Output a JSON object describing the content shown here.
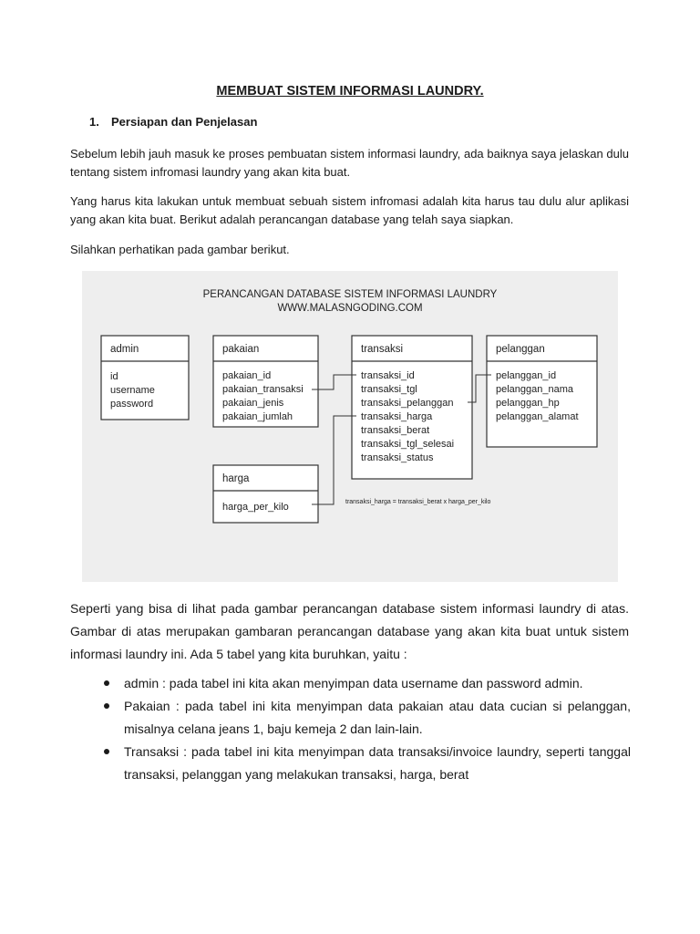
{
  "title": "MEMBUAT SISTEM INFORMASI LAUNDRY.",
  "section": {
    "number": "1.",
    "heading": "Persiapan dan Penjelasan"
  },
  "paragraphs": {
    "p1": "Sebelum lebih jauh masuk ke proses pembuatan sistem informasi laundry, ada baiknya saya jelaskan dulu tentang sistem infromasi laundry yang akan kita buat.",
    "p2": "Yang harus kita lakukan untuk membuat sebuah sistem infromasi adalah kita harus tau dulu alur aplikasi yang akan kita buat. Berikut adalah perancangan database yang telah saya siapkan.",
    "p3": "Silahkan perhatikan pada gambar berikut.",
    "p4": "Seperti yang bisa di lihat pada gambar perancangan database sistem informasi laundry di atas. Gambar di atas merupakan gambaran  perancangan database yang akan kita buat untuk sistem informasi laundry ini. Ada 5 tabel yang kita buruhkan, yaitu :"
  },
  "diagram": {
    "title_line1": "PERANCANGAN DATABASE SISTEM INFORMASI LAUNDRY",
    "title_line2": "WWW.MALASNGODING.COM",
    "formula": "transaksi_harga = transaksi_berat x harga_per_kilo",
    "tables": {
      "admin": {
        "name": "admin",
        "fields": [
          "id",
          "username",
          "password"
        ]
      },
      "pakaian": {
        "name": "pakaian",
        "fields": [
          "pakaian_id",
          "pakaian_transaksi",
          "pakaian_jenis",
          "pakaian_jumlah"
        ]
      },
      "transaksi": {
        "name": "transaksi",
        "fields": [
          "transaksi_id",
          "transaksi_tgl",
          "transaksi_pelanggan",
          "transaksi_harga",
          "transaksi_berat",
          "transaksi_tgl_selesai",
          "transaksi_status"
        ]
      },
      "pelanggan": {
        "name": "pelanggan",
        "fields": [
          "pelanggan_id",
          "pelanggan_nama",
          "pelanggan_hp",
          "pelanggan_alamat"
        ]
      },
      "harga": {
        "name": "harga",
        "fields": [
          "harga_per_kilo"
        ]
      }
    }
  },
  "bullets": [
    "admin : pada tabel ini kita akan menyimpan data username dan password admin.",
    "Pakaian : pada tabel ini kita menyimpan data pakaian atau data cucian si pelanggan, misalnya celana jeans 1, baju kemeja 2 dan lain-lain.",
    "Transaksi : pada tabel ini kita menyimpan data transaksi/invoice laundry, seperti tanggal transaksi, pelanggan yang melakukan transaksi, harga, berat"
  ]
}
